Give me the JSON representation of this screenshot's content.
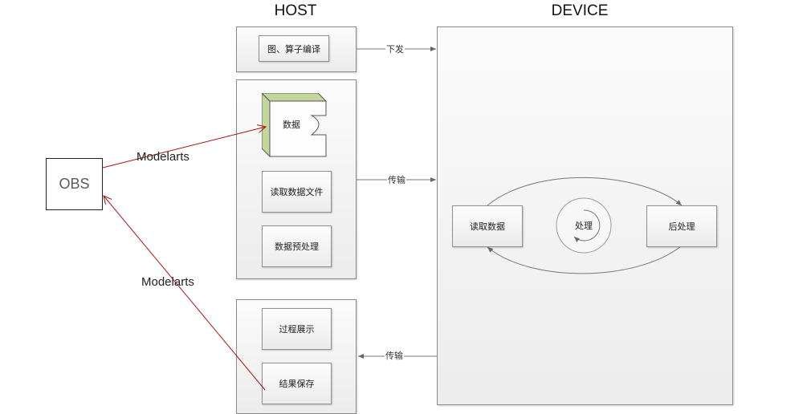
{
  "headers": {
    "host": "HOST",
    "device": "DEVICE"
  },
  "obs": {
    "label": "OBS"
  },
  "host": {
    "compile_group": {
      "node": "图、算子编译"
    },
    "input_group": {
      "data_store": "数据",
      "read_file": "读取数据文件",
      "preprocess": "数据预处理"
    },
    "output_group": {
      "display": "过程展示",
      "save": "结果保存"
    }
  },
  "device": {
    "read_data": "读取数据",
    "process": "处理",
    "postprocess": "后处理"
  },
  "edges": {
    "dispatch": "下发",
    "transfer_in": "传输",
    "transfer_out": "传输",
    "modelarts_in": "Modelarts",
    "modelarts_out": "Modelarts"
  },
  "colors": {
    "link_red": "#a31515",
    "data_store_green": "#c3d69b"
  }
}
